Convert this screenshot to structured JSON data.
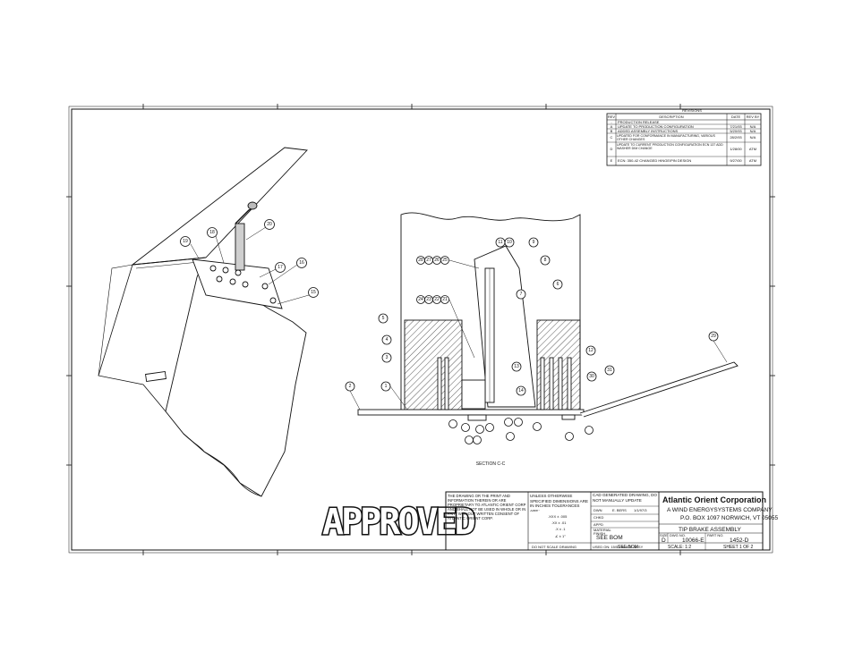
{
  "revisions": {
    "title": "REVISIONS",
    "headers": [
      "REV",
      "DESCRIPTION",
      "DATE",
      "REV BY"
    ],
    "rows": [
      {
        "rev": "-",
        "desc": "PRODUCTION RELEASE",
        "date": "",
        "by": ""
      },
      {
        "rev": "A",
        "desc": "UPDATE TO PRODUCTION CONFIGURATION",
        "date": "7/21/93",
        "by": "N/A"
      },
      {
        "rev": "B",
        "desc": "ADDED ASSEMBLY INSTRUCTIONS",
        "date": "5/20/93",
        "by": "N/A"
      },
      {
        "rev": "C",
        "desc": "UPDATED FOR CONFORMANCE IN MANUFACTURING, VARIOUS OTHER CHANGES",
        "date": "28/2/93",
        "by": "N/A"
      },
      {
        "rev": "D",
        "desc": "UPDATE TO CURRENT PRODUCTION CONFIGURATION ECN 137 ADD WASHER DIM CHANGE",
        "date": "1/28/00",
        "by": "ATM"
      },
      {
        "rev": "E",
        "desc": "ECN: 350-42 CHANGED HINGE/PIN DESIGN",
        "date": "9/27/00",
        "by": "ATM"
      }
    ]
  },
  "section_label": "SECTION C-C",
  "stamp": "APPROVED",
  "proprietary_note": "THE DRAWING OR THE PRINT AND INFORMATION THEREIN OR ARE PROPRIETARY TO ATLANTIC ORIENT CORP AND SHALL NOT BE USED IN WHOLE OR IN PART WITHOUT WRITTEN CONSENT OF ATLANTIC ORIENT CORP.",
  "tolerance_note": "UNLESS OTHERWISE SPECIFIED DIMENSIONS ARE IN INCHES TOLERANCES ARE:",
  "tolerances": [
    ".XXX ± .005",
    ".XX ± .01",
    ".X ± .1",
    "∠ ± 1°"
  ],
  "cad_note": "CAD GENERATED DRAWING, DO NOT MANUALLY UPDATE",
  "drawn": {
    "label": "DWN",
    "name": "E. BERS",
    "date": "1/1/97/3"
  },
  "fields": {
    "chk": "CHKD",
    "appd": "APPD",
    "material": "MATERIAL",
    "finish": "FINISH"
  },
  "material_value": "SEE BOM",
  "finish_value": "SEE BOM",
  "scale_note": "DO NOT SCALE DRAWING",
  "used_on": "USED ON: 15/50 BLADE ASSY",
  "company": {
    "name": "Atlantic Orient Corporation",
    "sub": "A WIND ENERGYSYSTEMS COMPANY",
    "address": "P.O. BOX 1097 NORWICH, VT 05055"
  },
  "title": "TIP BRAKE ASSEMBLY",
  "size_label": "SIZE",
  "size_value": "D",
  "dwg_label": "DWG NO.",
  "dwg_no": "10066-E",
  "part_label": "PART NO.",
  "part_no": "1452-D",
  "scale": "SCALE: 1:2",
  "sheet": "SHEET 1 OF 2",
  "balloons_left": [
    "19",
    "18",
    "20",
    "17",
    "16",
    "15"
  ],
  "balloons_section": [
    "28",
    "27",
    "26",
    "25",
    "24",
    "23",
    "22",
    "21",
    "11",
    "10",
    "9",
    "8",
    "7",
    "6",
    "5",
    "4",
    "3",
    "2",
    "1",
    "13",
    "14",
    "12",
    "29",
    "30",
    "31"
  ]
}
